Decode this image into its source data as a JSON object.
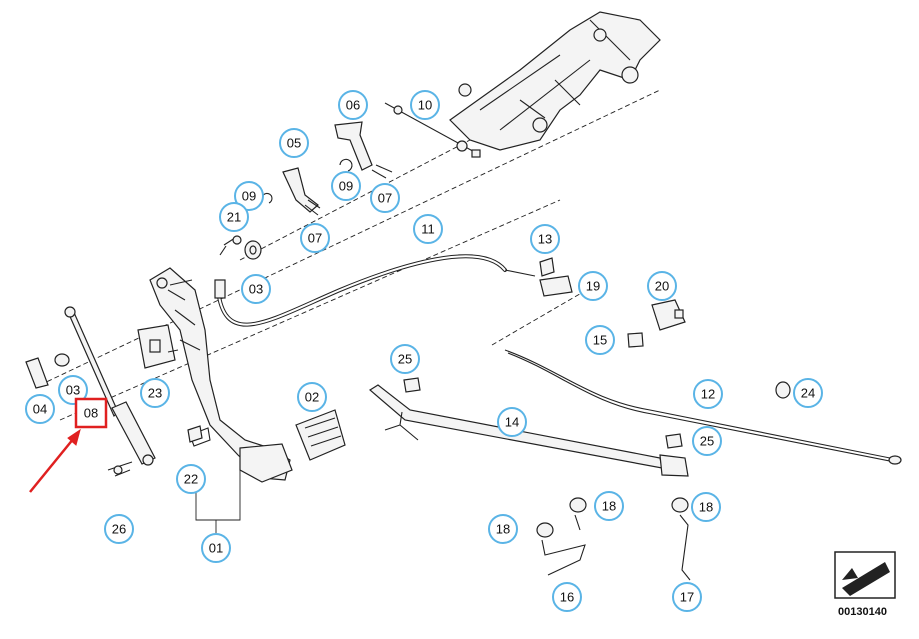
{
  "callouts": [
    {
      "label": "01"
    },
    {
      "label": "02"
    },
    {
      "label": "03"
    },
    {
      "label": "03"
    },
    {
      "label": "04"
    },
    {
      "label": "05"
    },
    {
      "label": "06"
    },
    {
      "label": "07"
    },
    {
      "label": "07"
    },
    {
      "label": "08",
      "selected": true
    },
    {
      "label": "09"
    },
    {
      "label": "09"
    },
    {
      "label": "10"
    },
    {
      "label": "11"
    },
    {
      "label": "12"
    },
    {
      "label": "13"
    },
    {
      "label": "14"
    },
    {
      "label": "15"
    },
    {
      "label": "16"
    },
    {
      "label": "17"
    },
    {
      "label": "18"
    },
    {
      "label": "18"
    },
    {
      "label": "18"
    },
    {
      "label": "19"
    },
    {
      "label": "20"
    },
    {
      "label": "21"
    },
    {
      "label": "22"
    },
    {
      "label": "23"
    },
    {
      "label": "24"
    },
    {
      "label": "25"
    },
    {
      "label": "25"
    },
    {
      "label": "26"
    }
  ],
  "doc_number": "00130140",
  "colors": {
    "callout_ring": "#5ab4e6",
    "highlight": "#e02020"
  },
  "icons": {
    "arrow": "red-arrow-icon",
    "corner": "direction-arrow-icon"
  }
}
